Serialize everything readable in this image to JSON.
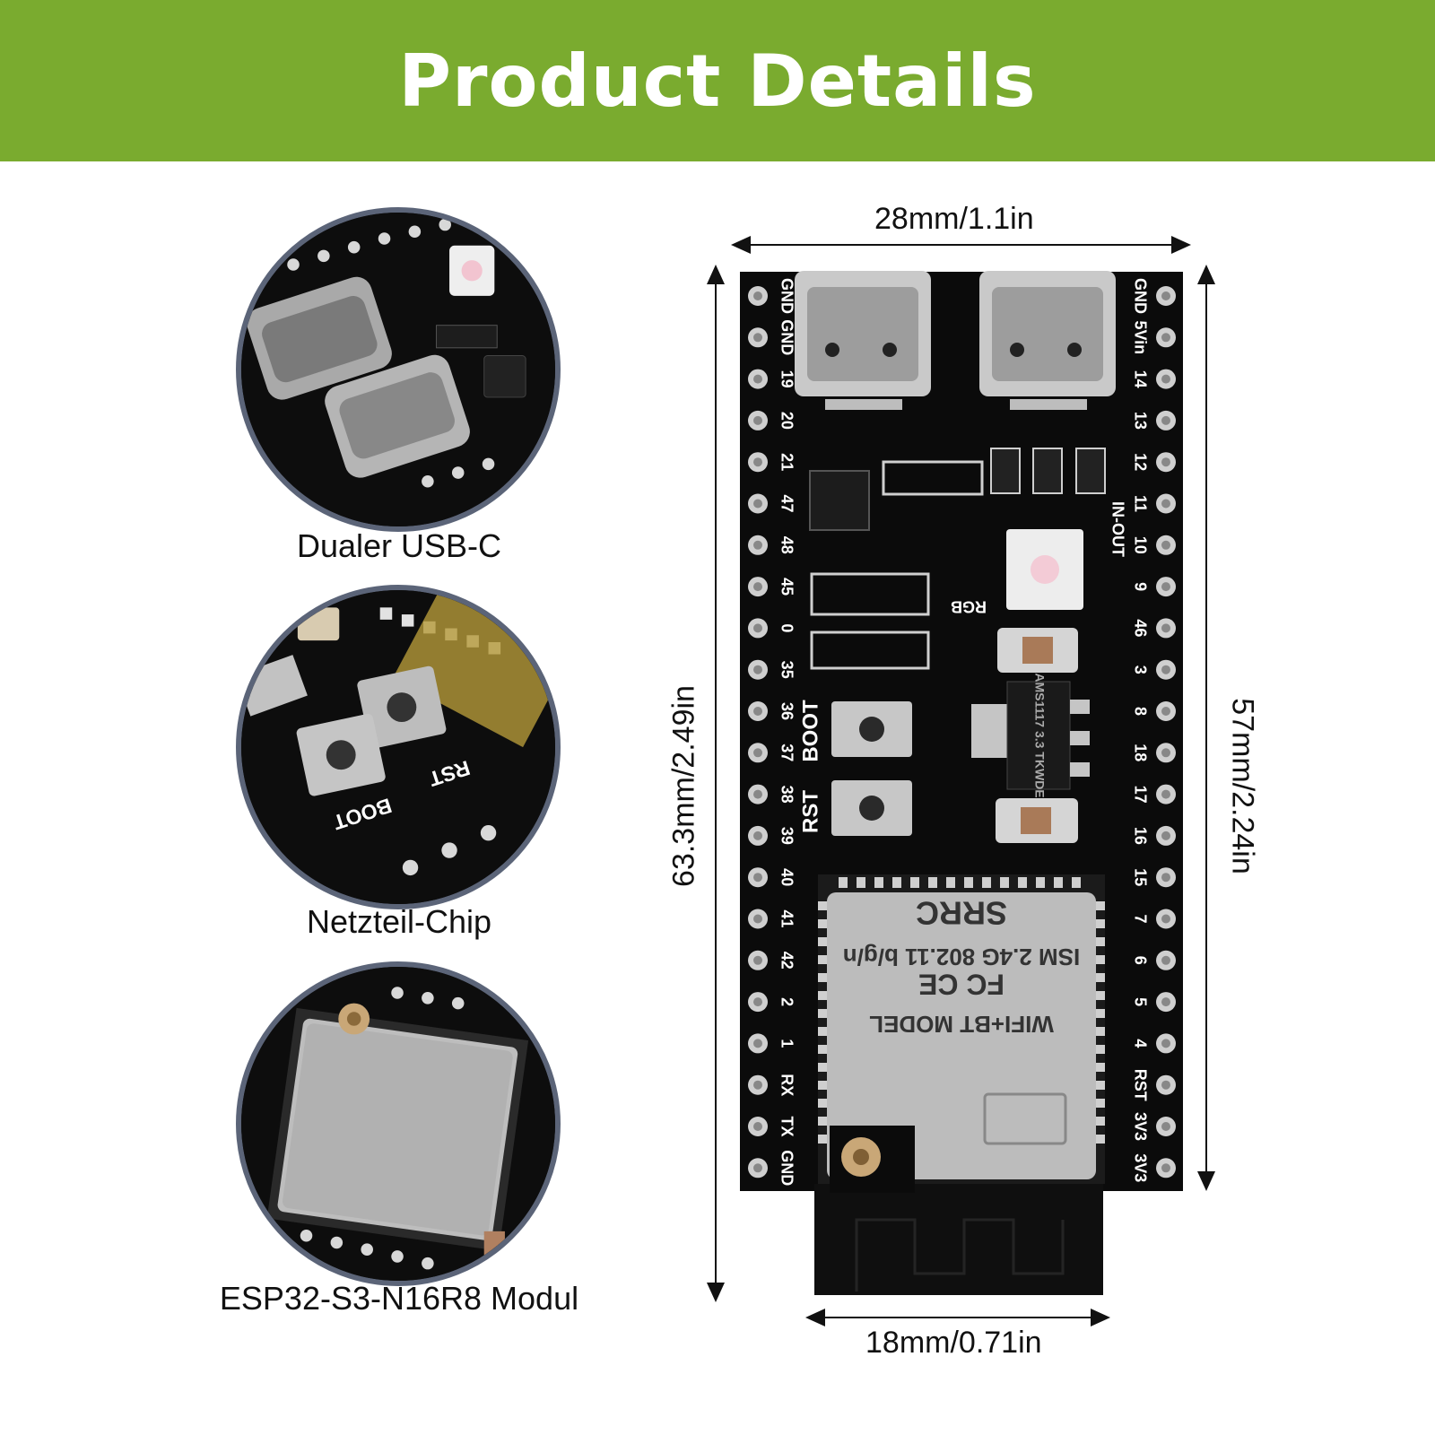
{
  "header": {
    "title": "Product Details",
    "bg_color": "#7aab2f"
  },
  "features": [
    {
      "caption": "Dualer USB-C",
      "icon": "usb-c-closeup"
    },
    {
      "caption": "Netzteil-Chip",
      "icon": "power-chip-closeup"
    },
    {
      "caption": "ESP32-S3-N16R8 Modul",
      "icon": "esp32-module-closeup"
    }
  ],
  "dimensions": {
    "top_width": "28mm/1.1in",
    "bottom_width": "18mm/0.71in",
    "left_height": "63.3mm/2.49in",
    "right_height": "57mm/2.24in"
  },
  "board": {
    "left_pins": [
      "GND",
      "GND",
      "19",
      "20",
      "21",
      "47",
      "48",
      "45",
      "0",
      "35",
      "36",
      "37",
      "38",
      "39",
      "40",
      "41",
      "42",
      "2",
      "1",
      "RX",
      "TX",
      "GND"
    ],
    "right_pins": [
      "GND",
      "5Vin",
      "14",
      "13",
      "12",
      "11",
      "10",
      "9",
      "46",
      "3",
      "8",
      "18",
      "17",
      "16",
      "15",
      "7",
      "6",
      "5",
      "4",
      "RST",
      "3V3",
      "3V3"
    ],
    "labels": {
      "boot": "BOOT",
      "rst": "RST",
      "rgb": "RGB",
      "in_out": "IN-OUT",
      "regulator": "AMS1117 3.3 TKWDE"
    },
    "module_text": [
      "ISM 2.4G 802.11 b/g/n",
      "SRRC",
      "FC CE",
      "WIFI+BT MODEL"
    ]
  }
}
